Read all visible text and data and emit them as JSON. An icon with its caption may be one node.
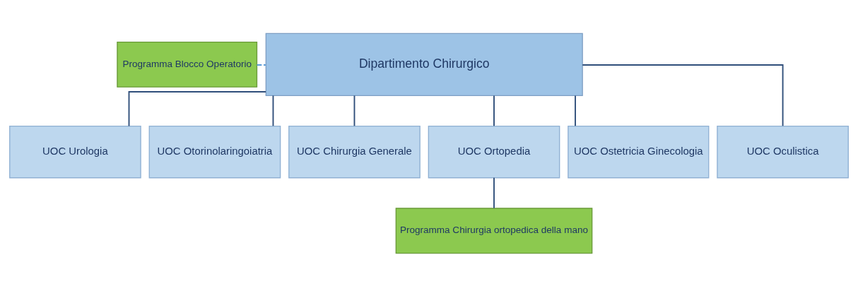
{
  "diagram": {
    "nodes": [
      {
        "text": [
          "Dipartimento Chirurgico"
        ]
      },
      {
        "text": [
          "Programma Blocco Operatorio"
        ]
      },
      {
        "text": [
          "UOC Urologia"
        ]
      },
      {
        "text": [
          "UOC Otorinolaringoiatria"
        ]
      },
      {
        "text": [
          "UOC Chirurgia Generale"
        ]
      },
      {
        "text": [
          "UOC Ortopedia"
        ]
      },
      {
        "text": [
          "UOC Ostetricia Ginecologia"
        ]
      },
      {
        "text": [
          "UOC Oculistica"
        ]
      },
      {
        "text": [
          "Programma Chirurgia ortopedica della mano"
        ]
      }
    ],
    "edges": [
      {
        "from": 1,
        "to": 0,
        "arrow": "none",
        "style": "dashed",
        "color": "#5b9bd5"
      },
      {
        "from": 0,
        "to": 2,
        "arrow": "none"
      },
      {
        "from": 0,
        "to": 3,
        "arrow": "none"
      },
      {
        "from": 0,
        "to": 4,
        "arrow": "none"
      },
      {
        "from": 0,
        "to": 5,
        "arrow": "none"
      },
      {
        "from": 0,
        "to": 6,
        "arrow": "none"
      },
      {
        "from": 0,
        "to": 7,
        "arrow": "none"
      },
      {
        "from": 5,
        "to": 8,
        "arrow": "none"
      }
    ]
  }
}
